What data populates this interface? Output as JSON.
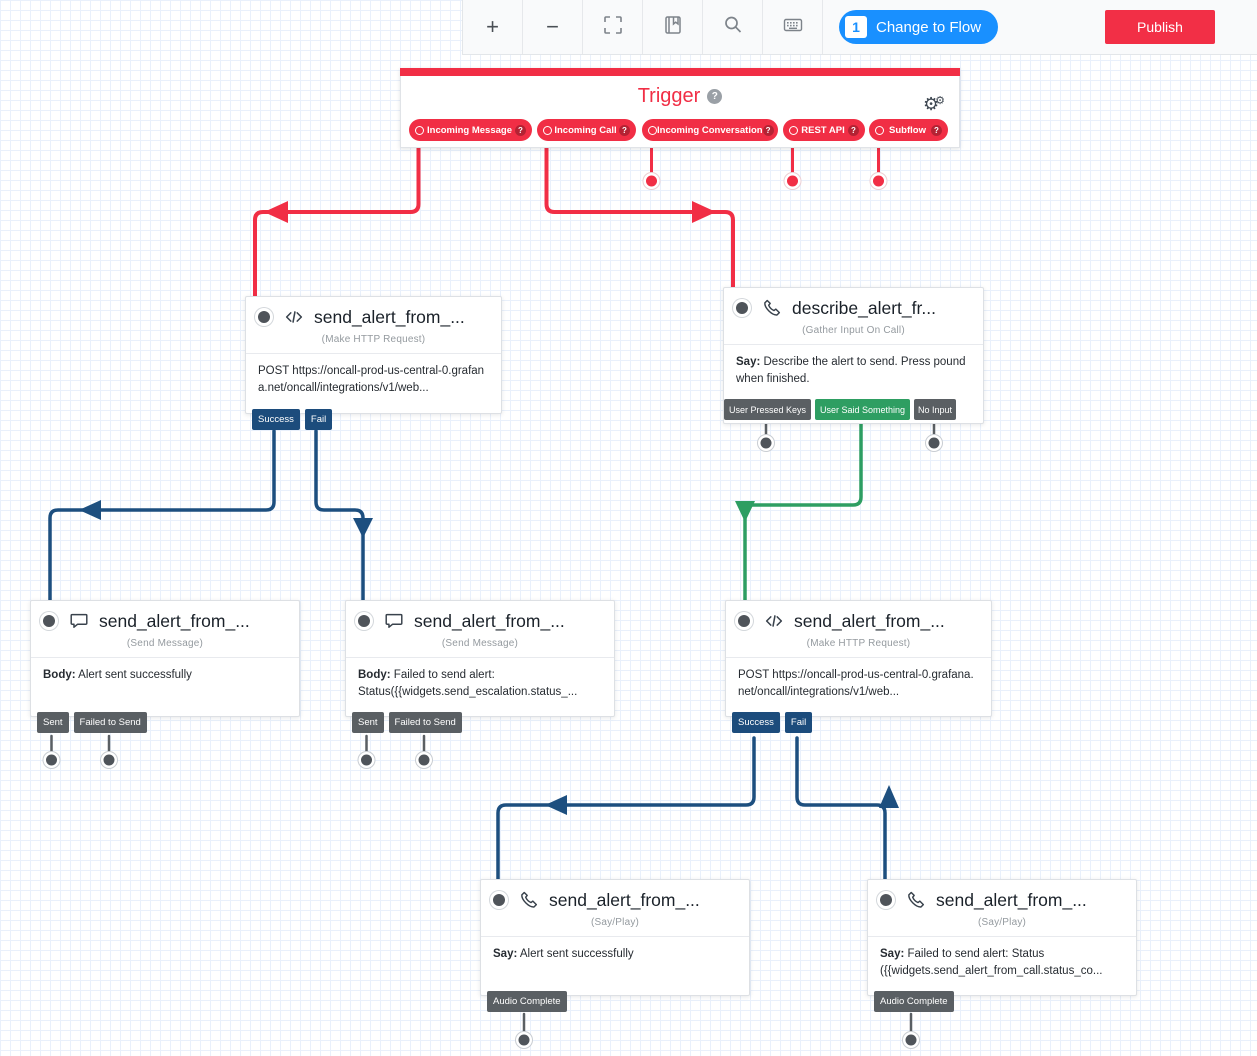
{
  "toolbar": {
    "zoom_in": "+",
    "zoom_out": "−",
    "change_to_flow": {
      "badge": "1",
      "label": "Change to Flow"
    },
    "publish": "Publish"
  },
  "help_glyph": "?",
  "colors": {
    "accent_red": "#F12E45",
    "publish_red": "#F22F46",
    "navy_transition": "#1C4C7C",
    "green_transition": "#2E9E62",
    "gray_transition": "#5A5F63",
    "flow_button_blue": "#1990FF"
  },
  "trigger": {
    "title": "Trigger",
    "pills": [
      {
        "label": "Incoming Message"
      },
      {
        "label": "Incoming Call"
      },
      {
        "label": "Incoming Conversation"
      },
      {
        "label": "REST API"
      },
      {
        "label": "Subflow"
      }
    ]
  },
  "widgets": [
    {
      "title": "send_alert_from_...",
      "type": "(Make HTTP Request)",
      "icon": "code-icon",
      "body_label": "",
      "body": "POST https://oncall-prod-us-central-0.grafana.net/oncall/integrations/v1/web...",
      "tags": [
        {
          "label": "Success"
        },
        {
          "label": "Fail"
        }
      ]
    },
    {
      "title": "describe_alert_fr...",
      "type": "(Gather Input On Call)",
      "icon": "phone-icon",
      "body_label": "Say:",
      "body": " Describe the alert to send. Press pound when finished.",
      "tags": [
        {
          "label": "User Pressed Keys"
        },
        {
          "label": "User Said Something"
        },
        {
          "label": "No Input"
        }
      ]
    },
    {
      "title": "send_alert_from_...",
      "type": "(Send Message)",
      "icon": "chat-bubble-icon",
      "body_label": "Body:",
      "body": " Alert sent successfully",
      "tags": [
        {
          "label": "Sent"
        },
        {
          "label": "Failed to Send"
        }
      ]
    },
    {
      "title": "send_alert_from_...",
      "type": "(Send Message)",
      "icon": "chat-bubble-icon",
      "body_label": "Body:",
      "body": " Failed to send alert: Status({{widgets.send_escalation.status_...",
      "tags": [
        {
          "label": "Sent"
        },
        {
          "label": "Failed to Send"
        }
      ]
    },
    {
      "title": "send_alert_from_...",
      "type": "(Make HTTP Request)",
      "icon": "code-icon",
      "body_label": "",
      "body": "POST https://oncall-prod-us-central-0.grafana.net/oncall/integrations/v1/web...",
      "tags": [
        {
          "label": "Success"
        },
        {
          "label": "Fail"
        }
      ]
    },
    {
      "title": "send_alert_from_...",
      "type": "(Say/Play)",
      "icon": "phone-icon",
      "body_label": "Say:",
      "body": " Alert sent successfully",
      "tags": [
        {
          "label": "Audio Complete"
        }
      ]
    },
    {
      "title": "send_alert_from_...",
      "type": "(Say/Play)",
      "icon": "phone-icon",
      "body_label": "Say:",
      "body": " Failed to send alert: Status ({{widgets.send_alert_from_call.status_co...",
      "tags": [
        {
          "label": "Audio Complete"
        }
      ]
    }
  ]
}
